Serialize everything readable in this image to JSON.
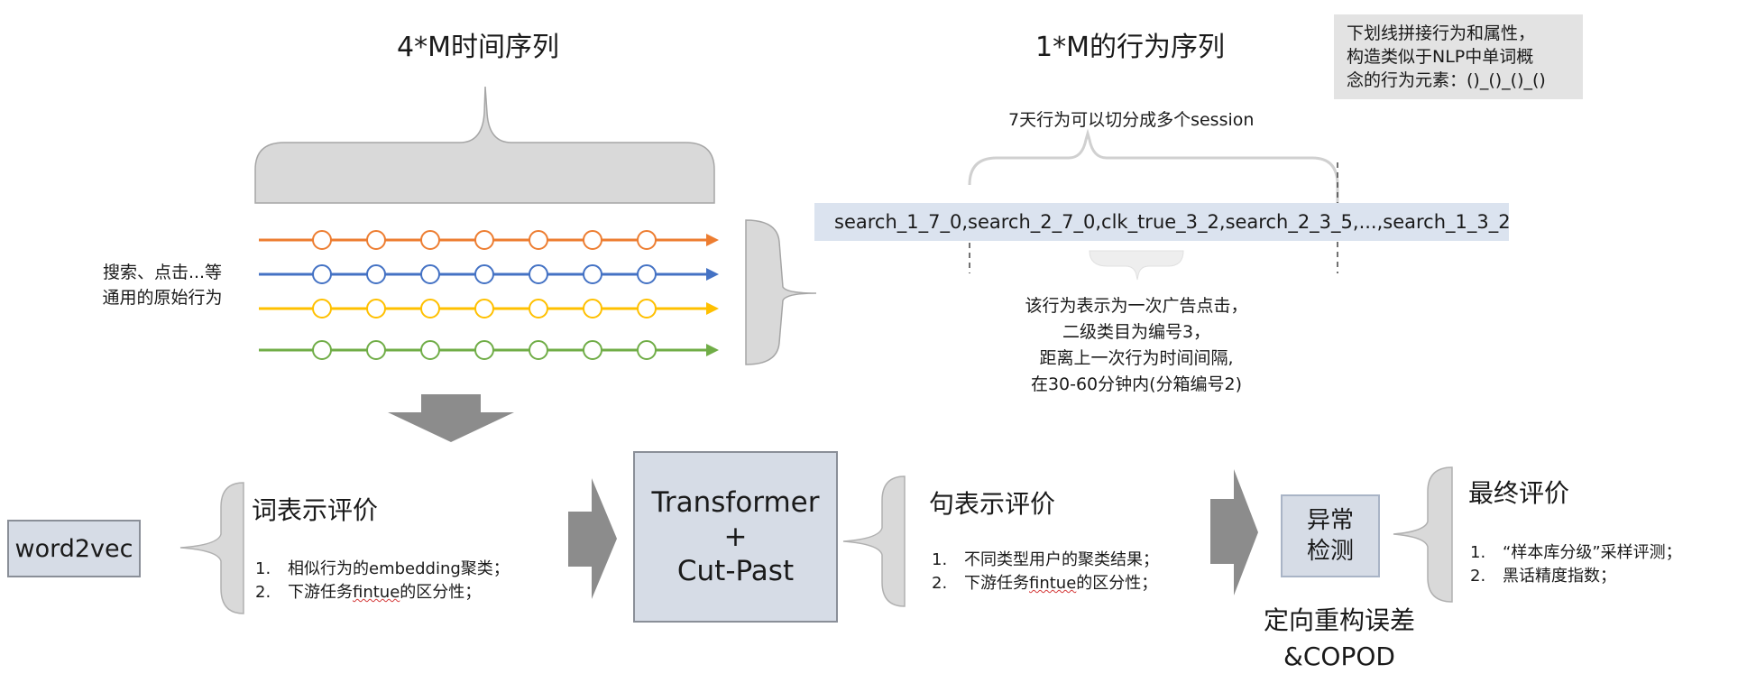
{
  "titles": {
    "time_series": "4*M时间序列",
    "behavior_seq": "1*M的行为序列"
  },
  "note": {
    "line1": "下划线拼接行为和属性，",
    "line2": "构造类似于NLP中单词概",
    "line3": "念的行为元素：()_()_()_()"
  },
  "left_label": {
    "line1": "搜索、点击...等",
    "line2": "通用的原始行为"
  },
  "session_label": "7天行为可以切分成多个session",
  "sequence_text": "search_1_7_0,search_2_7_0,clk_true_3_2,search_2_3_5,...,search_1_3_2",
  "explain": {
    "line1": "该行为表示为一次广告点击，",
    "line2": "二级类目为编号3，",
    "line3": "距离上一次行为时间间隔,",
    "line4": "在30-60分钟内(分箱编号2)"
  },
  "timelines": [
    {
      "color": "#ed7d31"
    },
    {
      "color": "#4472c4"
    },
    {
      "color": "#ffc000"
    },
    {
      "color": "#70ad47"
    }
  ],
  "word2vec": {
    "label": "word2vec",
    "eval_title": "词表示评价",
    "items": [
      {
        "num": "1.",
        "text": "相似行为的embedding聚类；"
      },
      {
        "num": "2.",
        "text_a": "下游任务",
        "text_b": "fintue",
        "text_c": "的区分性；"
      }
    ]
  },
  "transformer": {
    "line1": "Transformer",
    "line2": "+",
    "line3": "Cut-Past",
    "eval_title": "句表示评价",
    "items": [
      {
        "num": "1.",
        "text": "不同类型用户的聚类结果；"
      },
      {
        "num": "2.",
        "text_a": "下游任务",
        "text_b": "fintue",
        "text_c": "的区分性；"
      }
    ]
  },
  "anomaly": {
    "line1": "异常",
    "line2": "检测",
    "caption1": "定向重构误差",
    "caption2": "&COPOD"
  },
  "final": {
    "eval_title": "最终评价",
    "items": [
      {
        "num": "1.",
        "text": "“样本库分级”采样评测；"
      },
      {
        "num": "2.",
        "text": "黑话精度指数；"
      }
    ]
  },
  "colors": {
    "brace_fill": "#d9d9d9",
    "brace_stroke": "#a6a6a6",
    "arrow_fill": "#8c8c8c",
    "box_fill": "#d6dce6",
    "seq_fill": "#dbe3ef"
  }
}
